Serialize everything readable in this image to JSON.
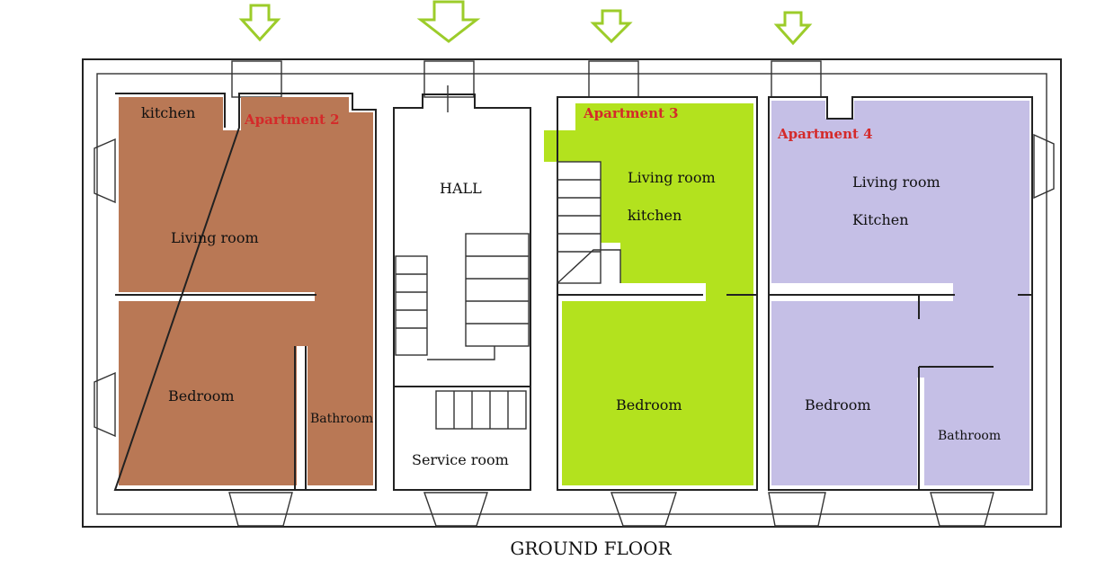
{
  "title": "GROUND FLOOR",
  "colors": {
    "apartment2_fill": "#b97855",
    "apartment3_fill": "#b3e21e",
    "apartment4_fill": "#c5bfe6",
    "apartment_label": "#d42a2a",
    "entrance_arrow": "#9ccc2a",
    "wall": "#222222"
  },
  "entrance_icon": "down-arrow-icon",
  "apartments": {
    "apt2": {
      "name": "Apartment 2",
      "rooms": {
        "kitchen": "kitchen",
        "living": "Living room",
        "bedroom": "Bedroom",
        "bathroom": "Bathroom"
      }
    },
    "apt3": {
      "name": "Apartment 3",
      "rooms": {
        "living": "Living room",
        "kitchen": "kitchen",
        "bedroom": "Bedroom"
      }
    },
    "apt4": {
      "name": "Apartment 4",
      "rooms": {
        "living": "Living room",
        "kitchen": "Kitchen",
        "bedroom": "Bedroom",
        "bathroom": "Bathroom"
      }
    }
  },
  "common": {
    "hall": "HALL",
    "service": "Service room"
  }
}
